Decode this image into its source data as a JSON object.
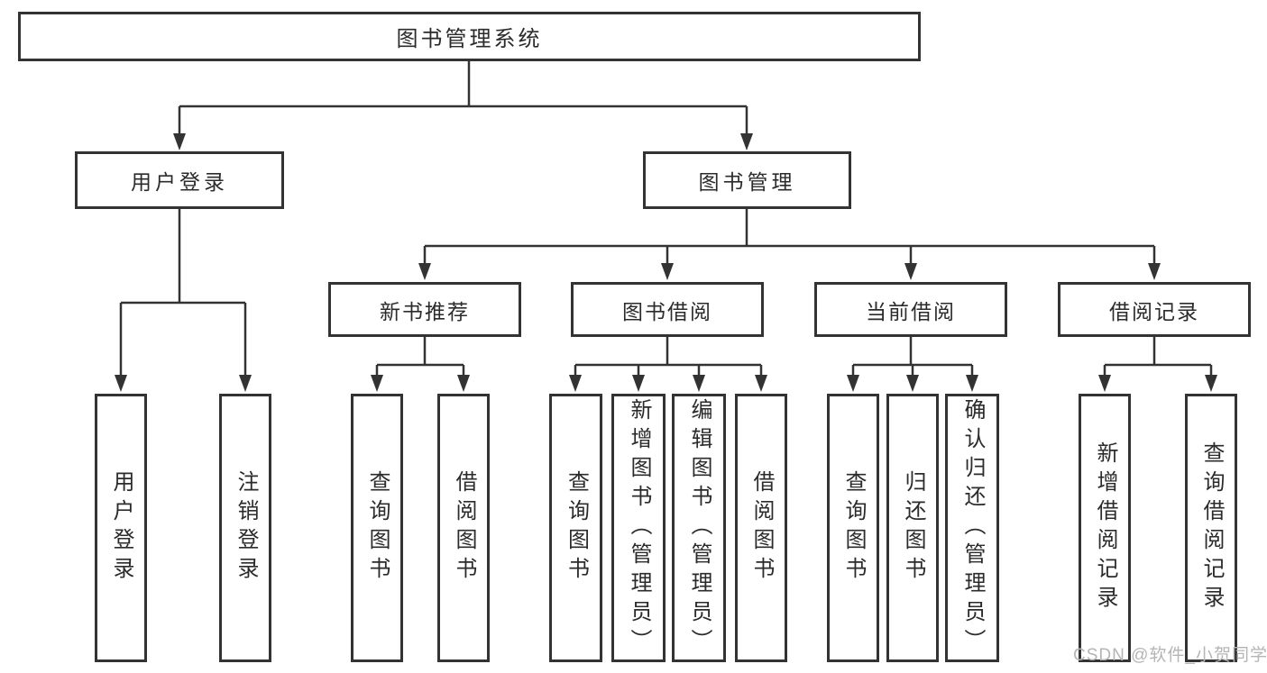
{
  "root": {
    "label": "图书管理系统"
  },
  "level2": [
    {
      "label": "用户登录",
      "children": [
        {
          "label": "用户登录"
        },
        {
          "label": "注销登录"
        }
      ]
    },
    {
      "label": "图书管理",
      "sections": [
        {
          "label": "新书推荐",
          "children": [
            {
              "label": "查询图书"
            },
            {
              "label": "借阅图书"
            }
          ]
        },
        {
          "label": "图书借阅",
          "children": [
            {
              "label": "查询图书"
            },
            {
              "label": "新增图书（管理员）"
            },
            {
              "label": "编辑图书（管理员）"
            },
            {
              "label": "借阅图书"
            }
          ]
        },
        {
          "label": "当前借阅",
          "children": [
            {
              "label": "查询图书"
            },
            {
              "label": "归还图书"
            },
            {
              "label": "确认归还（管理员）"
            }
          ]
        },
        {
          "label": "借阅记录",
          "children": [
            {
              "label": "新增借阅记录"
            },
            {
              "label": "查询借阅记录"
            }
          ]
        }
      ]
    }
  ],
  "watermark": {
    "text": "CSDN @软件_小贺同学"
  },
  "colors": {
    "line": "#333333",
    "box_border": "#333333",
    "text": "#2b2b2b",
    "background": "#ffffff",
    "watermark": "#b5b5b5"
  }
}
